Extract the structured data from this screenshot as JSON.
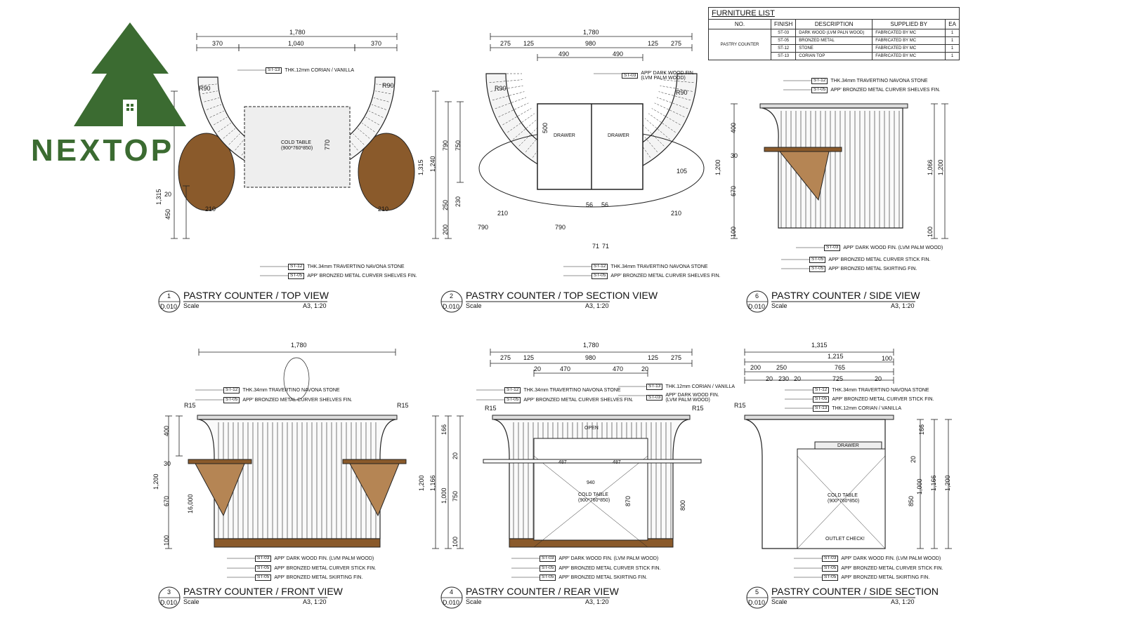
{
  "logo": {
    "text": "NEXTOP",
    "color": "#3b6b31"
  },
  "furniture_list": {
    "title": "FURNITURE LIST",
    "headers": [
      "NO.",
      "FINISH",
      "DESCRIPTION",
      "SUPPLIED BY",
      "EA"
    ],
    "no": "PASTRY COUNTER",
    "rows": [
      {
        "finish": "ST-03",
        "description": "DARK WOOD (LVM PALN WOOD)",
        "supplied_by": "FABRICATED BY MC",
        "ea": "1"
      },
      {
        "finish": "ST-05",
        "description": "BRONZED METAL",
        "supplied_by": "FABRICATED BY MC",
        "ea": "1"
      },
      {
        "finish": "ST-12",
        "description": "STONE",
        "supplied_by": "FABRICATED BY MC",
        "ea": "1"
      },
      {
        "finish": "ST-13",
        "description": "CORIAN TOP",
        "supplied_by": "FABRICATED BY MC",
        "ea": "1"
      }
    ]
  },
  "views": [
    {
      "number": "1",
      "sheet": "D.010",
      "title": "PASTRY COUNTER / TOP VIEW",
      "scale_label": "Scale",
      "scale": "A3, 1:20",
      "dims": [
        "1,780",
        "370",
        "1,040",
        "370",
        "R90",
        "R90",
        "210",
        "210",
        "770",
        "1,315",
        "450",
        "20"
      ],
      "labels": [
        "COLD TABLE",
        "(900*760*850)"
      ],
      "notes": [
        {
          "tag": "ST-13",
          "text": "THK.12mm CORIAN / VANILLA"
        },
        {
          "tag": "ST-12",
          "text": "THK.34mm TRAVERTINO NAVONA STONE"
        },
        {
          "tag": "ST-05",
          "text": "APP' BRONZED METAL CURVER SHELVES FIN."
        }
      ]
    },
    {
      "number": "2",
      "sheet": "D.010",
      "title": "PASTRY COUNTER / TOP SECTION  VIEW",
      "scale_label": "Scale",
      "scale": "A3, 1:20",
      "dims": [
        "1,780",
        "275",
        "125",
        "980",
        "125",
        "275",
        "490",
        "490",
        "R90",
        "R90",
        "500",
        "210",
        "210",
        "790",
        "790",
        "56",
        "56",
        "71",
        "71",
        "1,315",
        "1,240",
        "790",
        "750",
        "250",
        "230",
        "200",
        "105"
      ],
      "labels": [
        "DRAWER",
        "DRAWER"
      ],
      "notes": [
        {
          "tag": "ST-03",
          "text": "APP' DARK WOOD FIN.\n(LVM PALM WOOD)"
        },
        {
          "tag": "ST-12",
          "text": "THK.34mm TRAVERTINO NAVONA STONE"
        },
        {
          "tag": "ST-05",
          "text": "APP' BRONZED METAL CURVER SHELVES FIN."
        }
      ]
    },
    {
      "number": "6",
      "sheet": "D.010",
      "title": "PASTRY COUNTER / SIDE VIEW",
      "scale_label": "Scale",
      "scale": "A3, 1:20",
      "dims": [
        "400",
        "30",
        "670",
        "100",
        "1,200",
        "1,066",
        "1,200",
        "100"
      ],
      "labels": [],
      "notes": [
        {
          "tag": "ST-12",
          "text": "THK.34mm TRAVERTINO NAVONA STONE"
        },
        {
          "tag": "ST-05",
          "text": "APP' BRONZED METAL CURVER SHELVES FIN."
        },
        {
          "tag": "ST-03",
          "text": "APP' DARK WOOD FIN. (LVM PALM WOOD)"
        },
        {
          "tag": "ST-05",
          "text": "APP' BRONZED METAL CURVER STICK FIN."
        },
        {
          "tag": "ST-05",
          "text": "APP' BRONZED METAL SKIRTING FIN."
        }
      ]
    },
    {
      "number": "3",
      "sheet": "D.010",
      "title": "PASTRY COUNTER / FRONT VIEW",
      "scale_label": "Scale",
      "scale": "A3, 1:20",
      "dims": [
        "1,780",
        "R15",
        "R15",
        "400",
        "30",
        "1,200",
        "670",
        "16,000",
        "100"
      ],
      "labels": [],
      "notes": [
        {
          "tag": "ST-12",
          "text": "THK.34mm TRAVERTINO NAVONA STONE"
        },
        {
          "tag": "ST-05",
          "text": "APP' BRONZED METAL CURVER SHELVES FIN."
        },
        {
          "tag": "ST-03",
          "text": "APP' DARK WOOD FIN. (LVM PALM WOOD)"
        },
        {
          "tag": "ST-05",
          "text": "APP' BRONZED METAL CURVER STICK FIN."
        },
        {
          "tag": "ST-05",
          "text": "APP' BRONZED METAL SKIRTING FIN."
        }
      ]
    },
    {
      "number": "4",
      "sheet": "D.010",
      "title": "PASTRY COUNTER / REAR VIEW",
      "scale_label": "Scale",
      "scale": "A3, 1:20",
      "dims": [
        "1,780",
        "275",
        "125",
        "980",
        "125",
        "275",
        "20",
        "470",
        "470",
        "20",
        "R15",
        "R15",
        "166",
        "20",
        "1,200",
        "1,166",
        "1,000",
        "750",
        "100",
        "870",
        "800"
      ],
      "labels": [
        "OPEN",
        "487",
        "487",
        "940",
        "COLD TABLE",
        "(900*760*850)"
      ],
      "notes": [
        {
          "tag": "ST-12",
          "text": "THK.34mm TRAVERTINO NAVONA STONE"
        },
        {
          "tag": "ST-05",
          "text": "APP' BRONZED METAL CURVER SHELVES FIN."
        },
        {
          "tag": "ST-13",
          "text": "THK.12mm CORIAN / VANILLA"
        },
        {
          "tag": "ST-03",
          "text": "APP' DARK WOOD FIN.\n(LVM PALM WOOD)"
        },
        {
          "tag": "ST-03",
          "text": "APP' DARK WOOD FIN. (LVM PALM WOOD)"
        },
        {
          "tag": "ST-05",
          "text": "APP' BRONZED METAL CURVER STICK FIN."
        },
        {
          "tag": "ST-05",
          "text": "APP' BRONZED METAL SKIRTING FIN."
        }
      ]
    },
    {
      "number": "5",
      "sheet": "D.010",
      "title": "PASTRY COUNTER / SIDE SECTION",
      "scale_label": "Scale",
      "scale": "A3, 1:20",
      "dims": [
        "1,315",
        "200",
        "250",
        "765",
        "100",
        "1,215",
        "20",
        "230",
        "20",
        "725",
        "20",
        "R15",
        "166",
        "20",
        "1,000",
        "850",
        "1,166",
        "1,200"
      ],
      "labels": [
        "DRAWER",
        "COLD TABLE",
        "(900*760*850)",
        "OUTLET CHECK!"
      ],
      "notes": [
        {
          "tag": "ST-12",
          "text": "THK.34mm TRAVERTINO NAVONA STONE"
        },
        {
          "tag": "ST-05",
          "text": "APP' BRONZED METAL CURVER STICK FIN."
        },
        {
          "tag": "ST-13",
          "text": "THK.12mm CORIAN / VANILLA"
        },
        {
          "tag": "ST-03",
          "text": "APP' DARK WOOD FIN. (LVM PALM WOOD)"
        },
        {
          "tag": "ST-05",
          "text": "APP' BRONZED METAL CURVER STICK FIN."
        },
        {
          "tag": "ST-05",
          "text": "APP' BRONZED METAL SKIRTING FIN."
        }
      ]
    }
  ],
  "colors": {
    "wood": "#8a5a2b",
    "wood_light": "#b58554",
    "line": "#222222",
    "logo": "#3b6b31"
  }
}
